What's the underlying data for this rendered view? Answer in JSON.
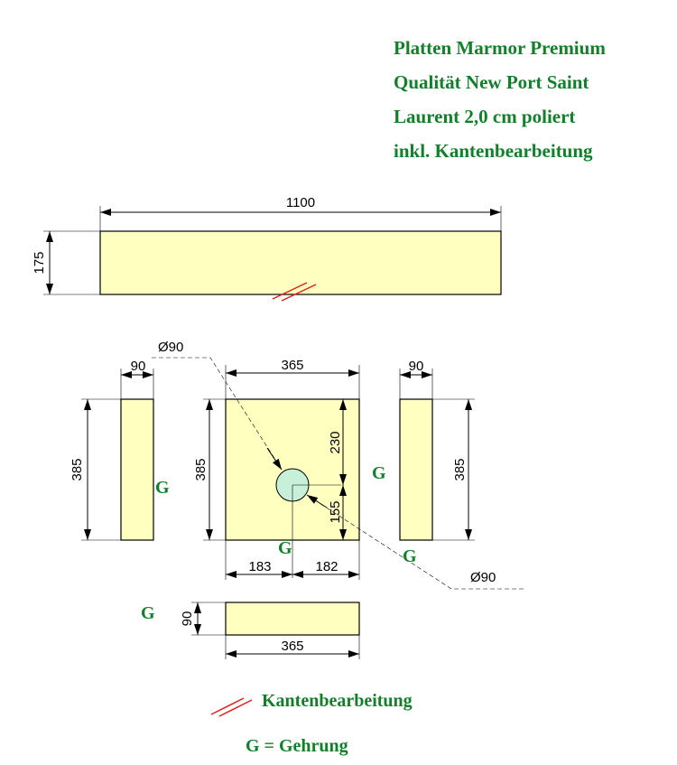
{
  "title_lines": [
    "Platten Marmor Premium",
    "Qualität New Port Saint",
    "Laurent 2,0 cm poliert",
    "inkl. Kantenbearbeitung"
  ],
  "dimensions": {
    "top_width": "1100",
    "top_height": "175",
    "left_width": "90",
    "left_height": "385",
    "center_width": "365",
    "center_height": "385",
    "hole_from_top": "230",
    "hole_from_bottom": "155",
    "hole_from_left": "183",
    "hole_from_right": "182",
    "right_width": "90",
    "right_height": "385",
    "bottom_height": "90",
    "bottom_width": "365",
    "hole_diameter_top": "Ø90",
    "hole_diameter_bottom": "Ø90"
  },
  "g_marks": {
    "left_piece": "G",
    "center_bottom": "G",
    "right_of_center": "G",
    "below_right": "G",
    "bottom_piece": "G"
  },
  "legend": {
    "edge_label": "Kantenbearbeitung",
    "miter_label": "G = Gehrung"
  },
  "colors": {
    "plate_fill": "#ffffc0",
    "hole_fill": "#c8f0d8",
    "accent_green": "#12802a",
    "edge_mark_red": "#e02020"
  }
}
